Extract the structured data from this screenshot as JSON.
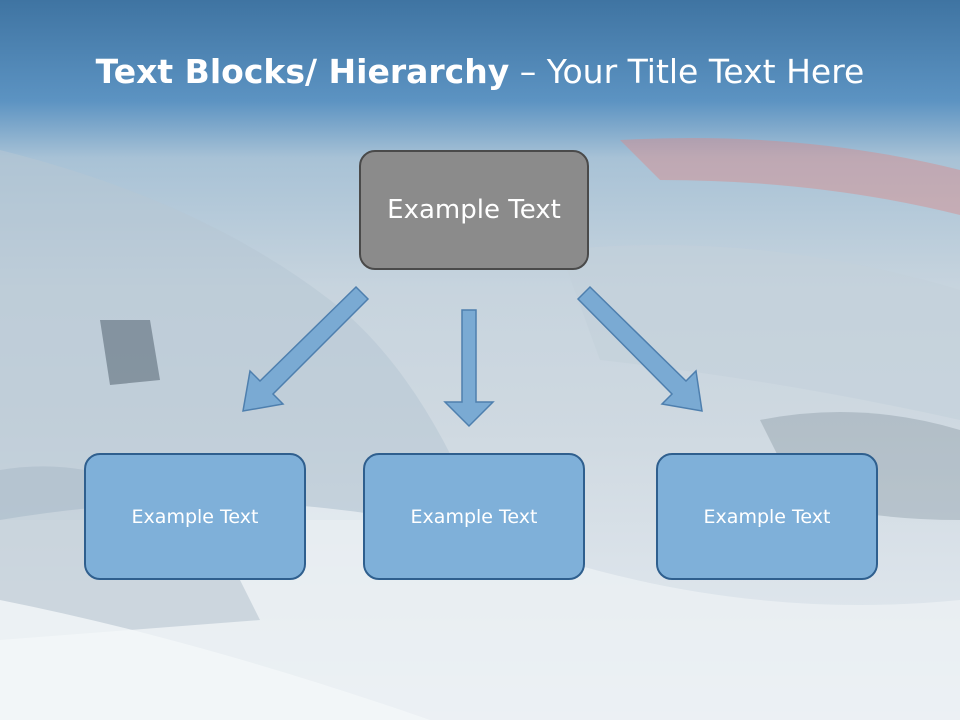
{
  "title": {
    "bold_part": "Text Blocks/ Hierarchy",
    "separator": " – ",
    "regular_part": "Your Title Text Here"
  },
  "diagram": {
    "root": {
      "label": "Example Text"
    },
    "children": [
      {
        "label": "Example Text"
      },
      {
        "label": "Example Text"
      },
      {
        "label": "Example Text"
      }
    ]
  },
  "colors": {
    "title_band": "#4f86b5",
    "root_fill": "#8b8b8b",
    "child_fill": "#7fb0d9",
    "arrow_fill": "#7aaad3"
  }
}
